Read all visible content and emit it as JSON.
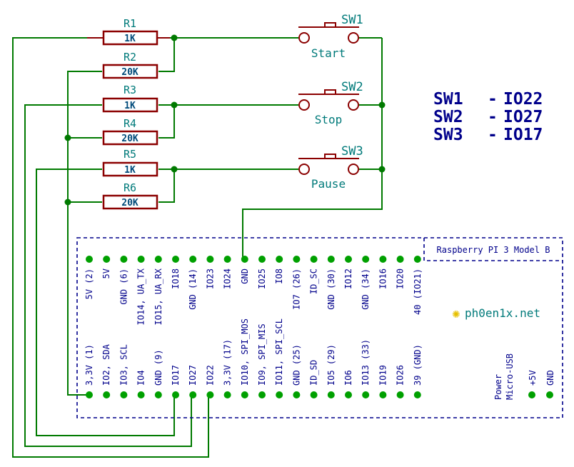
{
  "resistors": [
    {
      "ref": "R1",
      "value": "1K"
    },
    {
      "ref": "R2",
      "value": "20K"
    },
    {
      "ref": "R3",
      "value": "1K"
    },
    {
      "ref": "R4",
      "value": "20K"
    },
    {
      "ref": "R5",
      "value": "1K"
    },
    {
      "ref": "R6",
      "value": "20K"
    }
  ],
  "switches": [
    {
      "ref": "SW1",
      "label": "Start"
    },
    {
      "ref": "SW2",
      "label": "Stop"
    },
    {
      "ref": "SW3",
      "label": "Pause"
    }
  ],
  "mapping": [
    {
      "sw": "SW1",
      "sep": "-",
      "gpio": "IO22"
    },
    {
      "sw": "SW2",
      "sep": "-",
      "gpio": "IO27"
    },
    {
      "sw": "SW3",
      "sep": "-",
      "gpio": "IO17"
    }
  ],
  "board": {
    "title": "Raspberry PI 3 Model B",
    "top_pins": [
      "5V (2)",
      "5V",
      "GND (6)",
      "IO14, UA_TX",
      "IO15, UA_RX",
      "IO18",
      "GND (14)",
      "IO23",
      "IO24",
      "GND",
      "IO25",
      "IO8",
      "IO7 (26)",
      "ID_SC",
      "GND (30)",
      "IO12",
      "GND (34)",
      "IO16",
      "IO20",
      "40 (IO21)"
    ],
    "bottom_pins": [
      "3,3V (1)",
      "IO2, SDA",
      "IO3, SCL",
      "IO4",
      "GND (9)",
      "IO17",
      "IO27",
      "IO22",
      "3,3V (17)",
      "IO10, SPI_MOS",
      "IO9, SPI_MIS",
      "IO11, SPI_SCL",
      "GND (25)",
      "ID_SD",
      "IO5 (29)",
      "IO6",
      "IO13 (33)",
      "IO19",
      "IO26",
      "39 (GND)"
    ],
    "power_label_1": "Power",
    "power_label_2": "Micro-USB",
    "power_pins": [
      "+5V",
      "GND"
    ]
  },
  "watermark": "ph0en1x.net",
  "colors": {
    "wire": "#007a00",
    "component": "#8b0000",
    "label": "#00008b",
    "ref": "#007a7a"
  }
}
